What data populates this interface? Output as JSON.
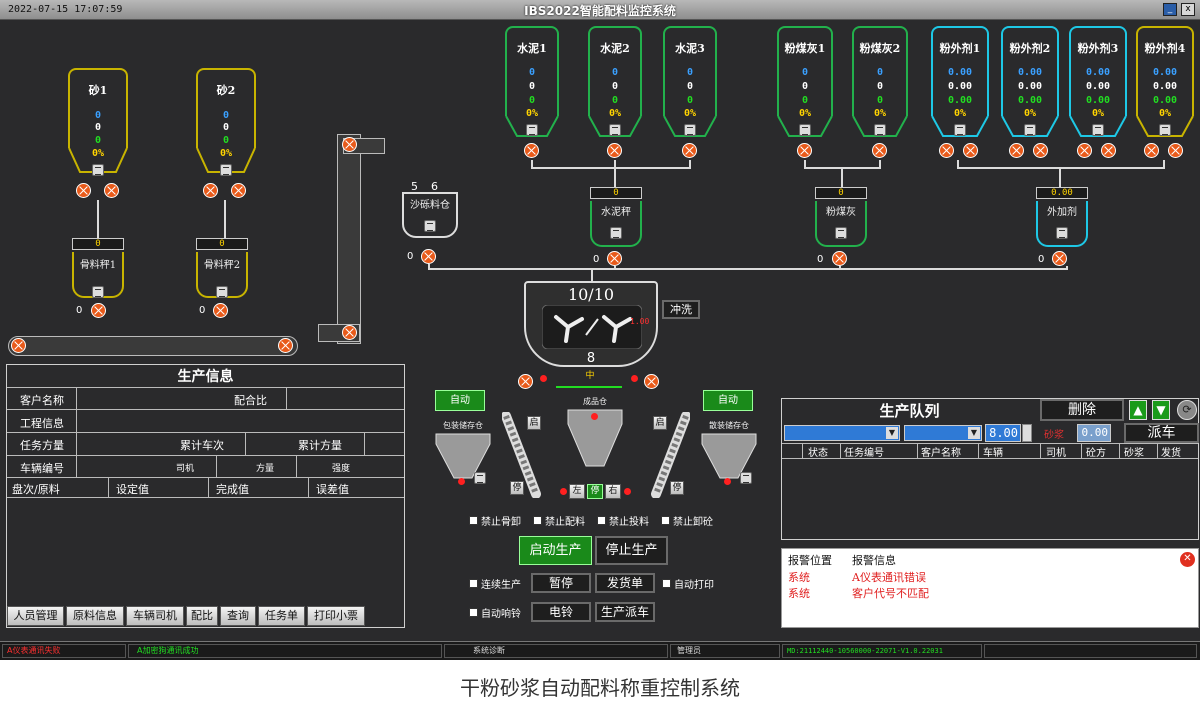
{
  "titlebar": {
    "datetime": "2022-07-15 17:07:59",
    "title": "IBS2022智能配料监控系统",
    "min": "_",
    "close": "x"
  },
  "sand_silos": [
    {
      "name": "砂1",
      "v1": "0",
      "v2": "0",
      "v3": "0",
      "pct": "0%"
    },
    {
      "name": "砂2",
      "v1": "0",
      "v2": "0",
      "v3": "0",
      "pct": "0%"
    }
  ],
  "cement_silos": [
    {
      "name": "水泥1",
      "v1": "0",
      "v2": "0",
      "v3": "0",
      "pct": "0%"
    },
    {
      "name": "水泥2",
      "v1": "0",
      "v2": "0",
      "v3": "0",
      "pct": "0%"
    },
    {
      "name": "水泥3",
      "v1": "0",
      "v2": "0",
      "v3": "0",
      "pct": "0%"
    }
  ],
  "flyash_silos": [
    {
      "name": "粉煤灰1",
      "v1": "0",
      "v2": "0",
      "v3": "0",
      "pct": "0%"
    },
    {
      "name": "粉煤灰2",
      "v1": "0",
      "v2": "0",
      "v3": "0",
      "pct": "0%"
    }
  ],
  "additive_silos": [
    {
      "name": "粉外剂1",
      "v1": "0.00",
      "v2": "0.00",
      "v3": "0.00",
      "pct": "0%"
    },
    {
      "name": "粉外剂2",
      "v1": "0.00",
      "v2": "0.00",
      "v3": "0.00",
      "pct": "0%"
    },
    {
      "name": "粉外剂3",
      "v1": "0.00",
      "v2": "0.00",
      "v3": "0.00",
      "pct": "0%"
    },
    {
      "name": "粉外剂4",
      "v1": "0.00",
      "v2": "0.00",
      "v3": "0.00",
      "pct": "0%"
    }
  ],
  "scales": {
    "agg1": {
      "label": "骨料秤1",
      "value": "0",
      "side": "0"
    },
    "agg2": {
      "label": "骨料秤2",
      "value": "0",
      "side": "0"
    },
    "cement": {
      "label": "水泥秤",
      "value": "0",
      "side": "0"
    },
    "flyash": {
      "label": "粉煤灰",
      "value": "0",
      "side": "0"
    },
    "additive": {
      "label": "外加剂",
      "value": "0.00",
      "side": "0"
    }
  },
  "sand_stone": {
    "label": "沙砾料仓",
    "n1": "5",
    "n2": "6",
    "side": "0"
  },
  "mixer": {
    "count": "10/10",
    "num": "8",
    "time": "1.00",
    "mid": "中",
    "wash": "冲洗"
  },
  "bins": {
    "left": "包装储存仓",
    "center": "成品仓",
    "right": "散装储存仓"
  },
  "chute_labels": {
    "q1": "启",
    "t1": "停",
    "q2": "启",
    "t2": "停",
    "left": "左",
    "stop": "停",
    "right": "右"
  },
  "auto_left": "自动",
  "auto_right": "自动",
  "controls": {
    "chk1": "禁止骨卸",
    "chk2": "禁止配料",
    "chk3": "禁止投料",
    "chk4": "禁止卸砼",
    "start": "启动生产",
    "stop": "停止生产",
    "chk5": "连续生产",
    "pause": "暂停",
    "ship": "发货单",
    "chk6": "自动打印",
    "chk7": "自动响铃",
    "bell": "电铃",
    "dispatch": "生产派车"
  },
  "production_info": {
    "title": "生产信息",
    "customer": "客户名称",
    "ratio": "配合比",
    "project": "工程信息",
    "task_amount": "任务方量",
    "cum_cars": "累计车次",
    "cum_amount": "累计方量",
    "vehicle": "车辆编号",
    "driver": "司机",
    "volume": "方量",
    "strength": "强度",
    "cols": [
      "盘次/原料",
      "设定值",
      "完成值",
      "误差值"
    ]
  },
  "bottom_buttons": [
    "人员管理",
    "原料信息",
    "车辆司机",
    "配比",
    "查询",
    "任务单",
    "打印小票"
  ],
  "queue": {
    "title": "生产队列",
    "delete": "删除",
    "dispatch": "派车",
    "qty": "8.00",
    "mortar": "砂浆",
    "mortar_val": "0.00",
    "cols": [
      "状态",
      "任务编号",
      "客户名称",
      "车辆",
      "司机",
      "砼方",
      "砂浆",
      "发货"
    ]
  },
  "alarm": {
    "cols": [
      "报警位置",
      "报警信息"
    ],
    "rows": [
      {
        "pos": "系统",
        "msg": "A仪表通讯错误"
      },
      {
        "pos": "系统",
        "msg": "客户代号不匹配"
      }
    ]
  },
  "status": {
    "s1": "A仪表通讯失败",
    "s2": "A加密狗通讯成功",
    "s3": "系统诊断",
    "s4": "管理员",
    "s5": "MD:21112440-10560000-22071-V1.0.22031"
  },
  "caption": "干粉砂浆自动配料称重控制系统",
  "colors": {
    "green_silo": "#22b14c",
    "yellow_silo": "#c8b400",
    "cyan_silo": "#1ec8e6"
  }
}
